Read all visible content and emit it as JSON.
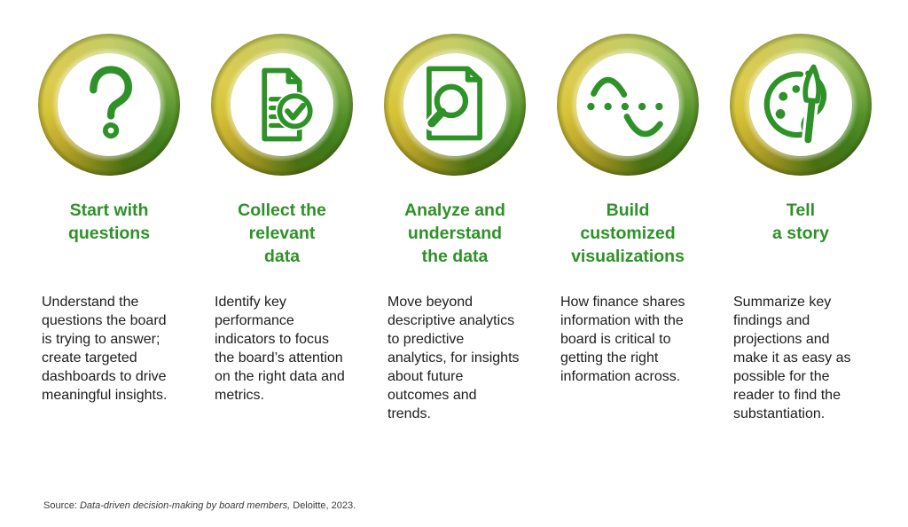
{
  "colors": {
    "icon_green": "#2e9228",
    "title_green": "#2e9228",
    "body_text": "#1d1d1d",
    "ring_gold": "#d6c337",
    "ring_green_dark": "#3f7a1b",
    "ring_green_light": "#a4c161",
    "ring_olive": "#4c6f12",
    "background": "#ffffff"
  },
  "columns": [
    {
      "icon": "question-mark-icon",
      "title": "Start with\nquestions",
      "description": "Understand the questions the board is trying to answer; create targeted dashboards to drive meaningful insights."
    },
    {
      "icon": "document-checklist-icon",
      "title": "Collect the\nrelevant\ndata",
      "description": "Identify key performance indicators to focus the board’s attention on the right data and metrics."
    },
    {
      "icon": "document-magnifier-icon",
      "title": "Analyze and\nunderstand\nthe data",
      "description": "Move beyond descriptive analytics to predictive analytics, for insights about future outcomes and trends."
    },
    {
      "icon": "wave-dots-icon",
      "title": "Build\ncustomized\nvisualizations",
      "description": "How finance shares information with the board is critical to getting the right information across."
    },
    {
      "icon": "palette-brush-icon",
      "title": "Tell\na story",
      "description": "Summarize key findings and projections and make it as easy as possible for the reader to find the substantiation."
    }
  ],
  "source": {
    "prefix": "Source: ",
    "citation_italic": "Data-driven decision-making by board members,",
    "suffix": " Deloitte, 2023."
  }
}
